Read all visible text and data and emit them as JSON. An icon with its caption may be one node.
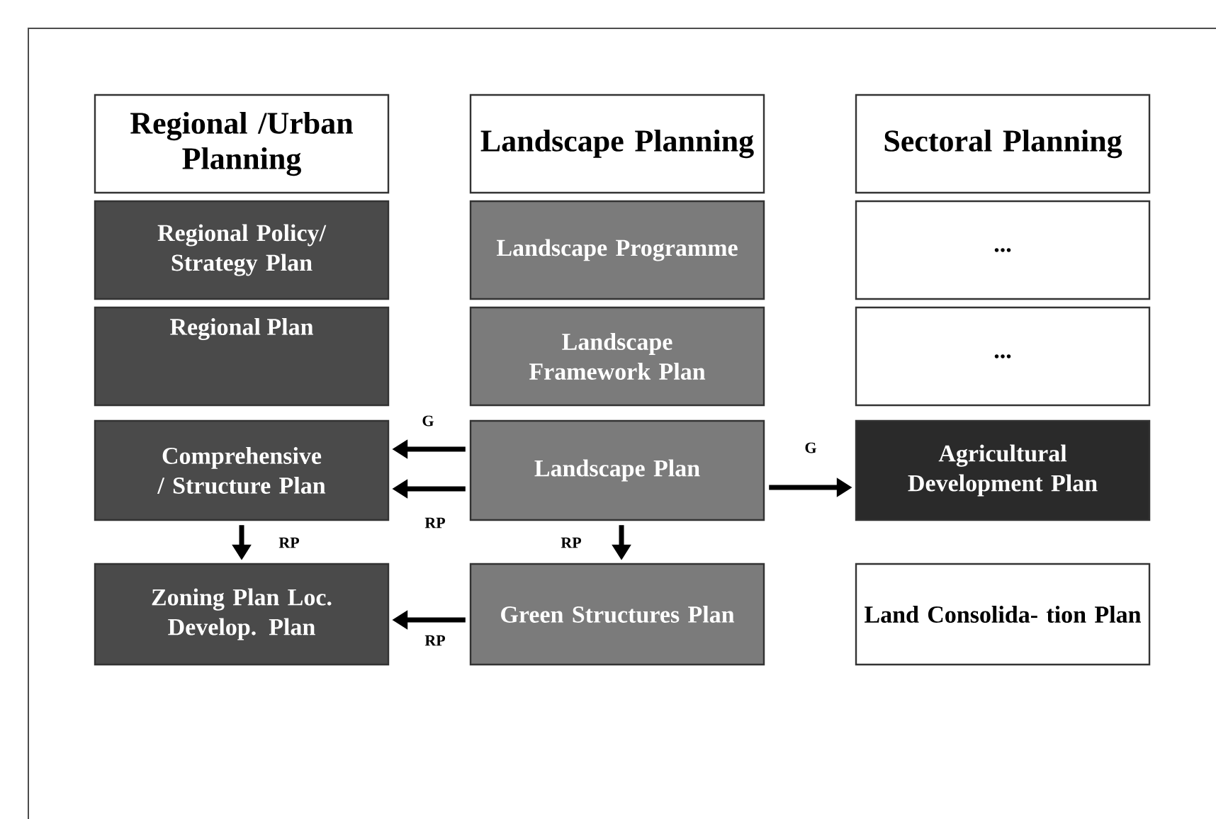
{
  "diagram": {
    "nodes": [
      {
        "text": [
          "Regional /Urban Planning"
        ]
      },
      {
        "text": [
          "Landscape Planning"
        ]
      },
      {
        "text": [
          "Sectoral Planning"
        ]
      },
      {
        "text": [
          "Regional Policy/ Strategy Plan"
        ]
      },
      {
        "text": [
          "Landscape Programme"
        ]
      },
      {
        "text": [
          "..."
        ]
      },
      {
        "text": [
          "Regional Plan"
        ]
      },
      {
        "text": [
          "Landscape Framework Plan"
        ]
      },
      {
        "text": [
          "..."
        ]
      },
      {
        "text": [
          "Comprehensive / Structure Plan"
        ]
      },
      {
        "text": [
          "Landscape Plan"
        ]
      },
      {
        "text": [
          "Agricultural Development Plan"
        ]
      },
      {
        "text": [
          "Zoning Plan Loc. Develop. Plan"
        ]
      },
      {
        "text": [
          "Green Structures Plan"
        ]
      },
      {
        "text": [
          "Land Consolida- tion Plan"
        ]
      }
    ],
    "edges": [
      {
        "from": 10,
        "to": 9,
        "arrow": "to",
        "label": "G"
      },
      {
        "from": 10,
        "to": 9,
        "arrow": "to",
        "label": "RP"
      },
      {
        "from": 10,
        "to": 11,
        "arrow": "to",
        "label": "G"
      },
      {
        "from": 9,
        "to": 12,
        "arrow": "to",
        "label": "RP"
      },
      {
        "from": 10,
        "to": 13,
        "arrow": "to",
        "label": "RP"
      },
      {
        "from": 13,
        "to": 12,
        "arrow": "to",
        "label": "RP"
      }
    ]
  }
}
